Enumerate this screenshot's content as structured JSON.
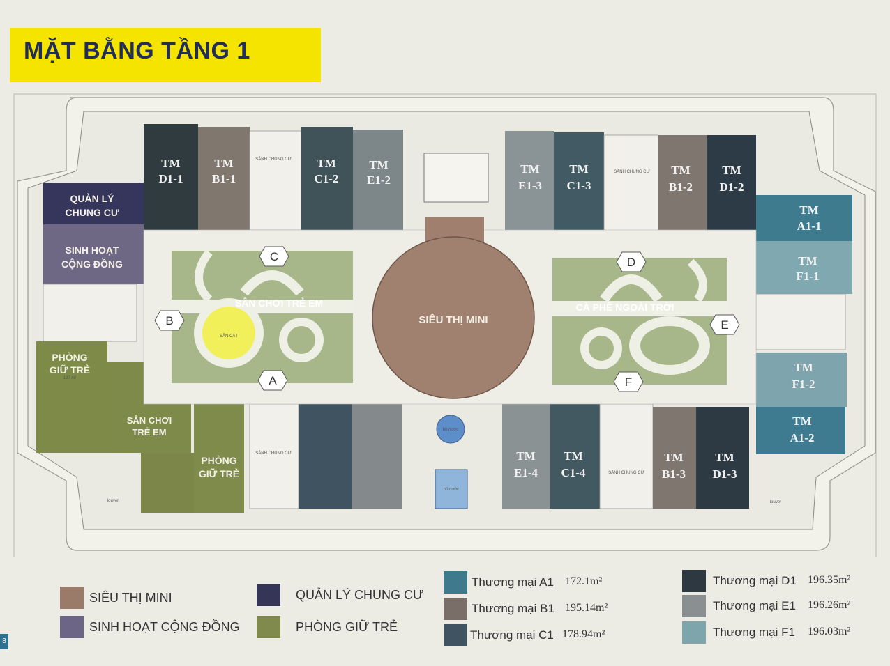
{
  "title": "MẶT BẰNG TẦNG 1",
  "units": {
    "d1_1": [
      "TM",
      "D1-1"
    ],
    "b1_1": [
      "TM",
      "B1-1"
    ],
    "c1_2": [
      "TM",
      "C1-2"
    ],
    "e1_2": [
      "TM",
      "E1-2"
    ],
    "e1_3": [
      "TM",
      "E1-3"
    ],
    "c1_3": [
      "TM",
      "C1-3"
    ],
    "b1_2": [
      "TM",
      "B1-2"
    ],
    "d1_2": [
      "TM",
      "D1-2"
    ],
    "a1_1": [
      "TM",
      "A1-1"
    ],
    "f1_1": [
      "TM",
      "F1-1"
    ],
    "f1_2": [
      "TM",
      "F1-2"
    ],
    "a1_2": [
      "TM",
      "A1-2"
    ],
    "e1_4": [
      "TM",
      "E1-4"
    ],
    "c1_4": [
      "TM",
      "C1-4"
    ],
    "b1_3": [
      "TM",
      "B1-3"
    ],
    "d1_3": [
      "TM",
      "D1-3"
    ]
  },
  "zones": {
    "quan_ly": [
      "QUẢN LÝ",
      "CHUNG CƯ"
    ],
    "sinh_hoat": [
      "SINH HOẠT",
      "CỘNG ĐỒNG"
    ],
    "phong_giu_tre_1": [
      "PHÒNG",
      "GIỮ TRẺ"
    ],
    "phong_giu_tre_2": [
      "PHÒNG",
      "GIỮ TRẺ"
    ],
    "san_choi_indoor": [
      "SÂN CHƠI",
      "TRẺ EM"
    ],
    "sieu_thi": "SIÊU THỊ MINI",
    "san_choi_plaza": "SÂN CHƠI TRẺ EM",
    "ca_phe": "CÀ PHÊ NGOÀI TRỜI"
  },
  "small_labels": {
    "sanh": "SẢNH CHUNG CƯ",
    "san_cat": "SÂN CÁT",
    "louver": "louver",
    "area_127": "127 m²",
    "ho_nuoc": "hồ nước"
  },
  "hex_markers": [
    "A",
    "B",
    "C",
    "D",
    "E",
    "F"
  ],
  "legend_left": [
    {
      "label": "SIÊU THỊ MINI",
      "color": "#9a7b6a"
    },
    {
      "label": "SINH HOẠT CỘNG ĐỒNG",
      "color": "#6c6585"
    },
    {
      "label": "QUẢN LÝ CHUNG CƯ",
      "color": "#343557"
    },
    {
      "label": "PHÒNG GIỮ TRẺ",
      "color": "#7f8a4c"
    }
  ],
  "legend_right": [
    {
      "label": "Thương mại A1",
      "area": "172.1m²",
      "color": "#3f7a8c"
    },
    {
      "label": "Thương mại B1",
      "area": "195.14m²",
      "color": "#7a6e68"
    },
    {
      "label": "Thương mại C1",
      "area": "178.94m²",
      "color": "#3f5460"
    },
    {
      "label": "Thương mại D1",
      "area": "196.35m²",
      "color": "#2d3840"
    },
    {
      "label": "Thương mại E1",
      "area": "196.26m²",
      "color": "#8a9092"
    },
    {
      "label": "Thương mại F1",
      "area": "196.03m²",
      "color": "#7ea5ab"
    }
  ],
  "page_number": "8"
}
